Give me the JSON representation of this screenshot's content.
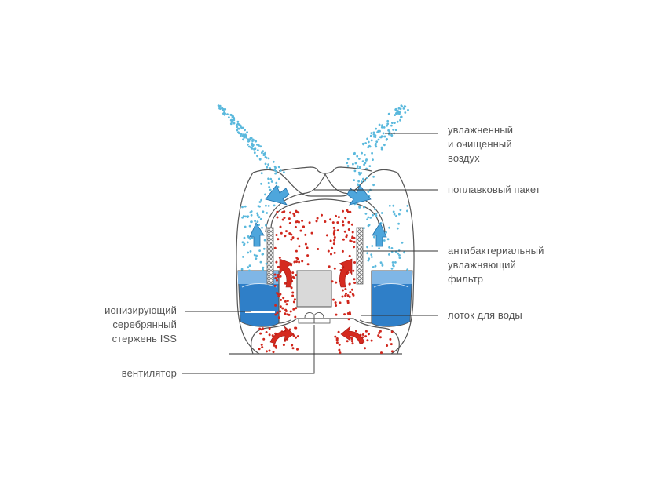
{
  "colors": {
    "outline": "#555555",
    "leader": "#333333",
    "water": "#2f7fc8",
    "water_light": "#7fb6e6",
    "humid_air": "#5bb9dd",
    "dry_air": "#d0271d",
    "arrow_blue": "#4ea6dc",
    "arrow_red": "#d52a1f",
    "filter": "#888888",
    "block": "#d9d9d9"
  },
  "labels": {
    "humid_air": [
      "увлажненный",
      "и очищенный",
      "воздух"
    ],
    "float_pack": [
      "поплавковый пакет"
    ],
    "filter": [
      "антибактериальный",
      "увлажняющий",
      "фильтр"
    ],
    "tray": [
      "лоток для воды"
    ],
    "rod": [
      "ионизирующий",
      "серебрянный",
      "стержень ISS"
    ],
    "fan": [
      "вентилятор"
    ]
  }
}
